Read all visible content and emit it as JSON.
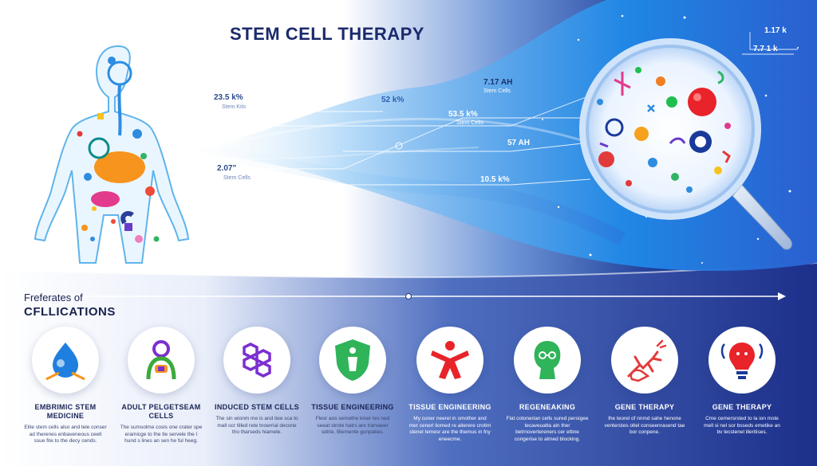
{
  "title": "STEM CELL THERAPY",
  "stats": {
    "s1_value": "23.5 k%",
    "s1_label": "Stem Kits",
    "s2_value": "2.07\"",
    "s2_label": "Stem Cells",
    "s3_value": "52 k%",
    "s4_value": "7.17 AH",
    "s4_label": "Stem Cells",
    "s5_value": "53.5 k%",
    "s5_label": "Stem Cells",
    "s6_value": "57 AH",
    "s7_value": "10.5 k%",
    "s8_value": "1.17 k",
    "s9_value": "7.7 1 k"
  },
  "section": {
    "line1": "Freferates of",
    "line2": "CFLLICATIONS"
  },
  "applications": [
    {
      "label": "EMBRIMIC STEM MEDICINE",
      "desc": "Elite stem cells also and tele conser ad therenes enbaveneous ceelt ssue fite to the decy cends."
    },
    {
      "label": "ADULT PELGETSEAM CELLS",
      "desc": "The sumsolme cosis one crater spe eramicge to the tle servele the I hund s lines an sen he ful heeg."
    },
    {
      "label": "INDUCED STEM CELLS",
      "desc": "The sin wionm me is and tiee sca to mall ocr tilled rete tnoerrial decone tho tharseds hiamele."
    },
    {
      "label": "TISSUE ENGINEERING",
      "desc": "Flesr aos semethe kiner tes ned seeat strote hatrs are trarvaeer sdirle, Blemente gunpaties."
    },
    {
      "label": "TISSUE ENGINEERING",
      "desc": "My coner neerel in smother and mer cenerl liomed re aiterere crotim stenel Iemesr are the themus in fny eneecme."
    },
    {
      "label": "REGENEAKING",
      "desc": "Flat cotonerian cells sured peroigee tecaveuatta aln ther betrnovertereners cer ettine congerise to almed blocking."
    },
    {
      "label": "GENE THERAPY",
      "desc": "Ihe teorel of nnmd sahe henone venterstes oltel conseenrasend tae bor conpene."
    },
    {
      "label": "GENE THERAPY",
      "desc": "Cme cemersrsted to la ion mste mell si nel sor bsseds emetike an bv lecstenel illeritises."
    }
  ]
}
